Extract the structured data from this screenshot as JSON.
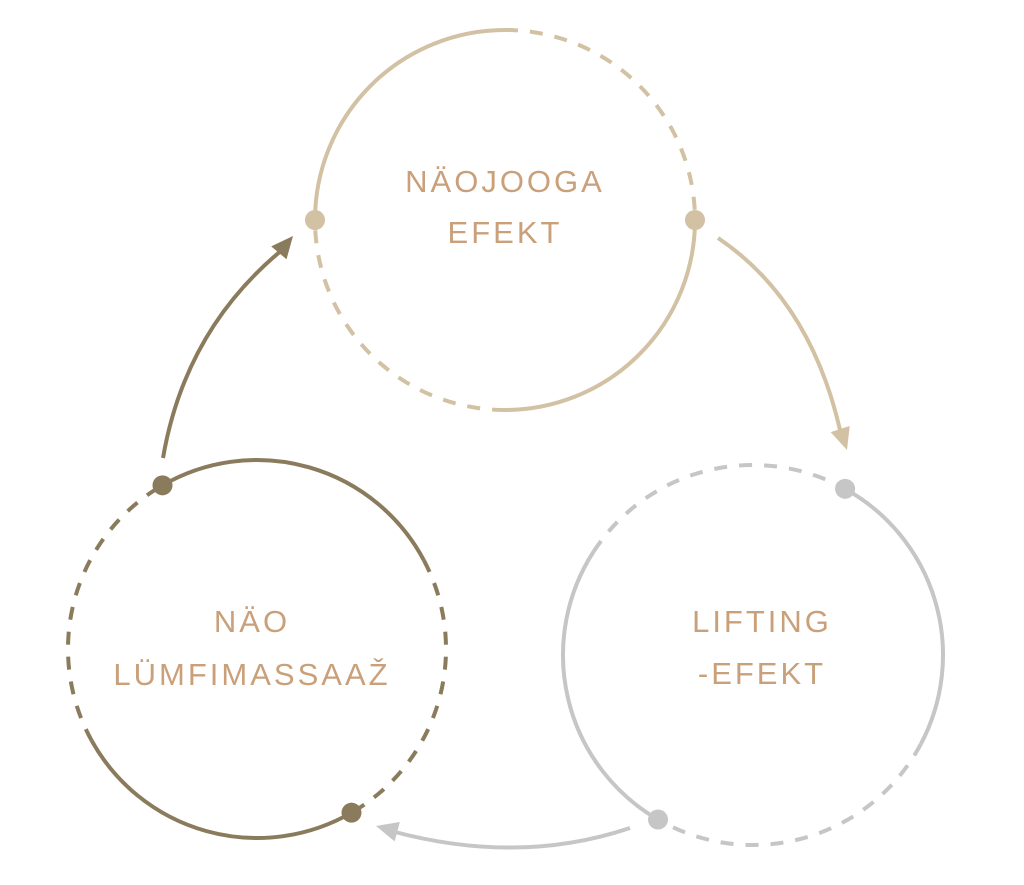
{
  "colors": {
    "top": "#d2c1a3",
    "left": "#8b7b5d",
    "right": "#c6c6c6",
    "text": "#c9a07a"
  },
  "nodes": [
    {
      "line1": "NÄOJOOGA",
      "line2": "EFEKT"
    },
    {
      "line1": "LIFTING",
      "line2": "-EFEKT"
    },
    {
      "line1": "NÄO",
      "line2": "LÜMFIMASSAAŽ"
    }
  ]
}
